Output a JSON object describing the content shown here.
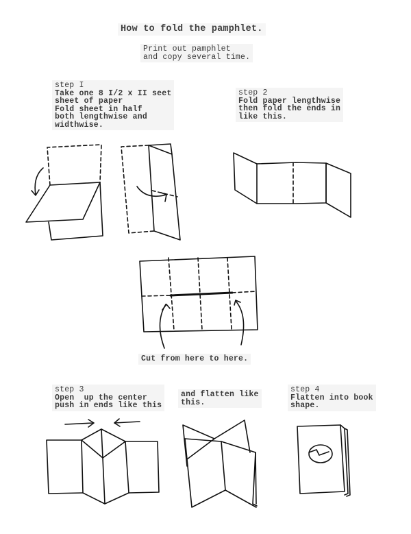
{
  "title": "How to fold the pamphlet.",
  "intro": [
    "Print out pamphlet",
    "and copy several time."
  ],
  "steps": [
    {
      "label": "step I",
      "lines": [
        "Take one 8 I/2 x II seet",
        "sheet of paper",
        "Fold sheet in half",
        "both lengthwise and",
        "widthwise."
      ]
    },
    {
      "label": "step 2",
      "lines": [
        "Fold paper lengthwise",
        "then fold the ends in",
        "like this."
      ]
    },
    {
      "label": "step 3",
      "lines": [
        "Open  up the center",
        "push in ends like this"
      ]
    },
    {
      "label": "",
      "lines": [
        "and flatten like",
        "this."
      ]
    },
    {
      "label": "step 4",
      "lines": [
        "Flatten into book",
        "shape."
      ]
    }
  ],
  "cut_caption": "Cut from here to here.",
  "illustrations": [
    "fold-in-half-widthwise",
    "fold-in-half-lengthwise",
    "accordion-ends-folded",
    "unfolded-sheet-with-cut-line",
    "open-center-push-ends",
    "flattened-cross-shape",
    "finished-booklet"
  ]
}
